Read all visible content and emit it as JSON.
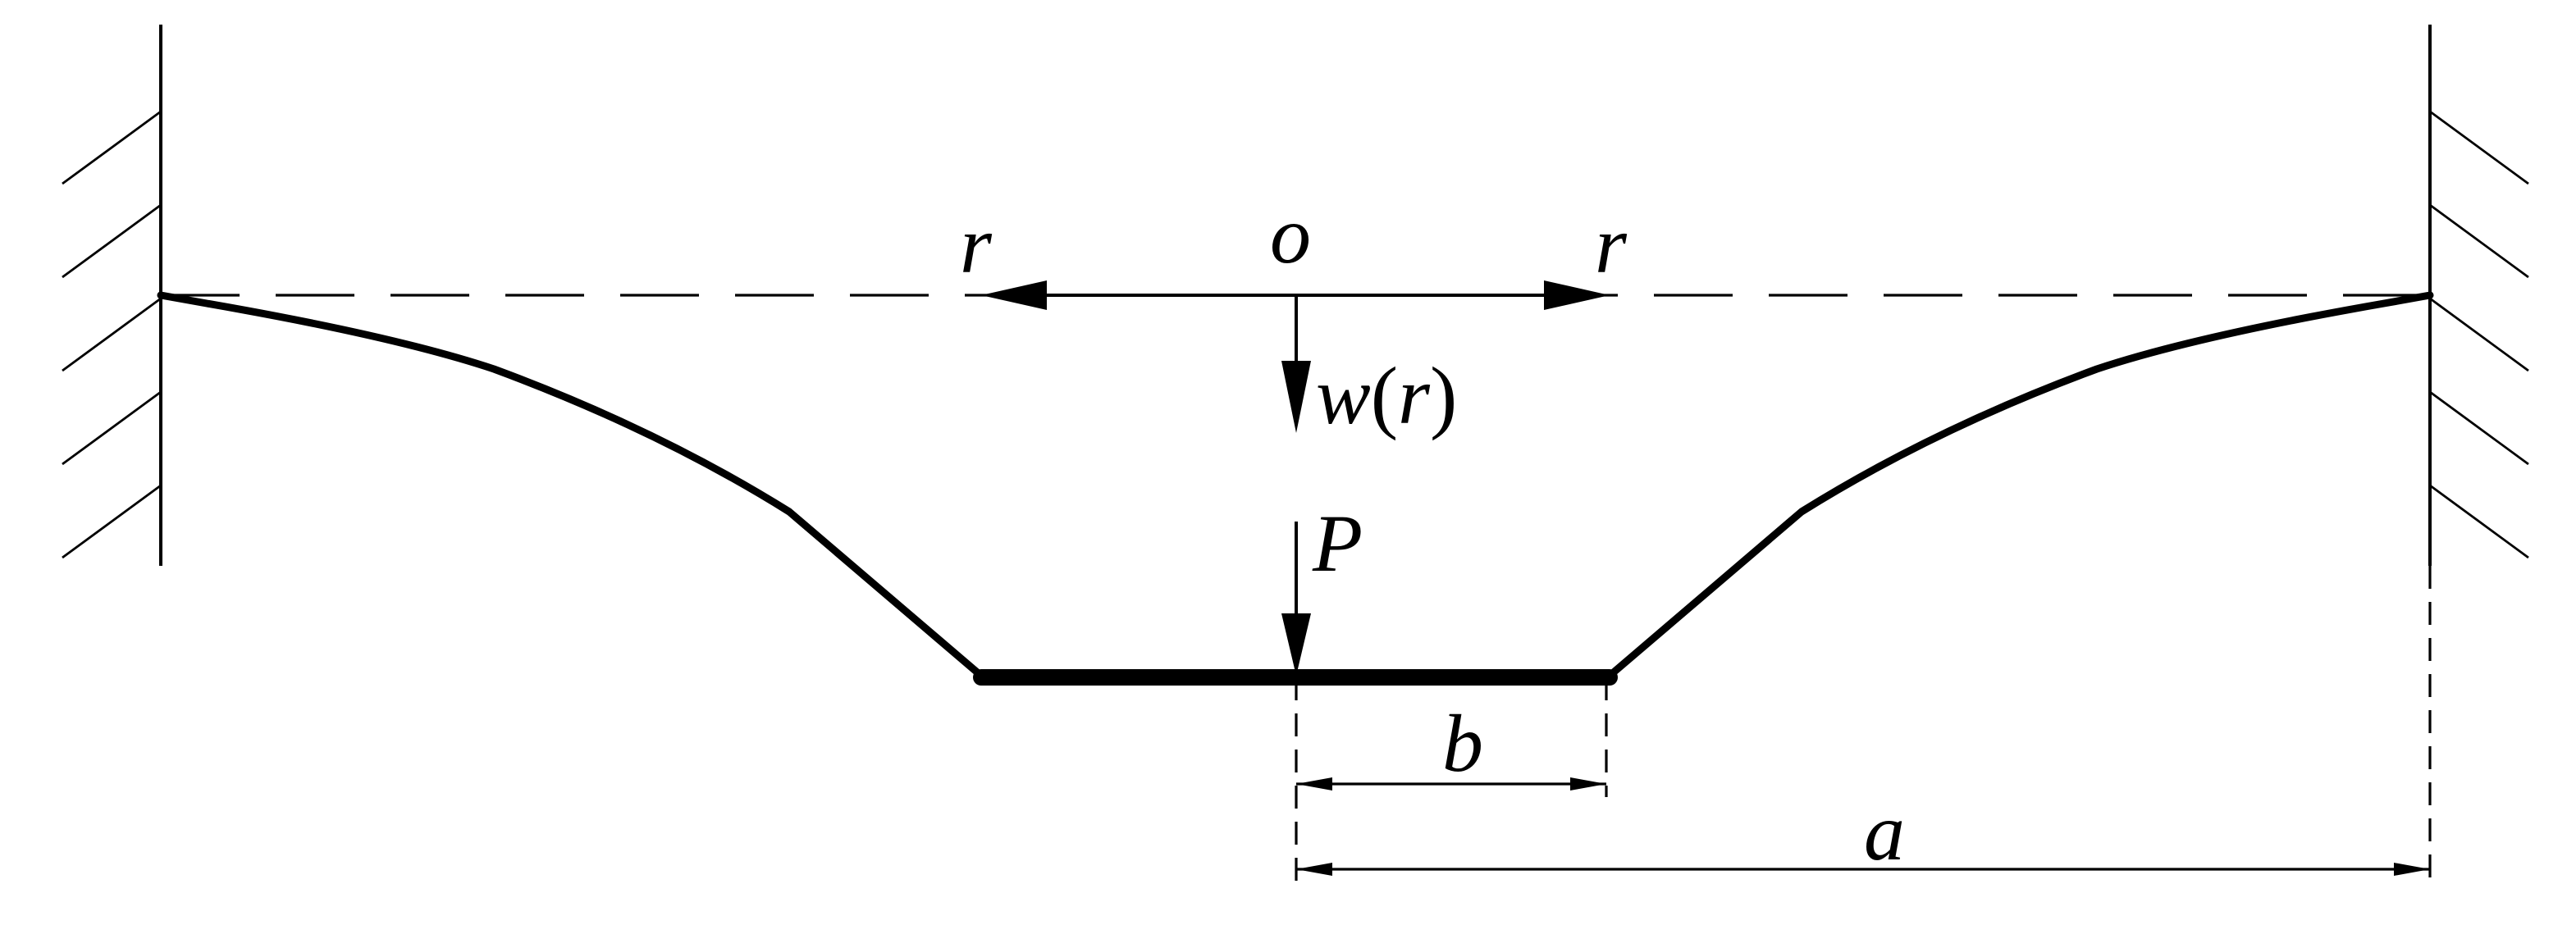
{
  "labels": {
    "origin": "o",
    "r_left": "r",
    "r_right": "r",
    "deflection_w": "w",
    "deflection_paren_open": "(",
    "deflection_r": "r",
    "deflection_paren_close": ")",
    "load": "P",
    "inner_radius": "b",
    "outer_radius": "a"
  },
  "colors": {
    "ink": "#000000",
    "background": "#ffffff"
  }
}
